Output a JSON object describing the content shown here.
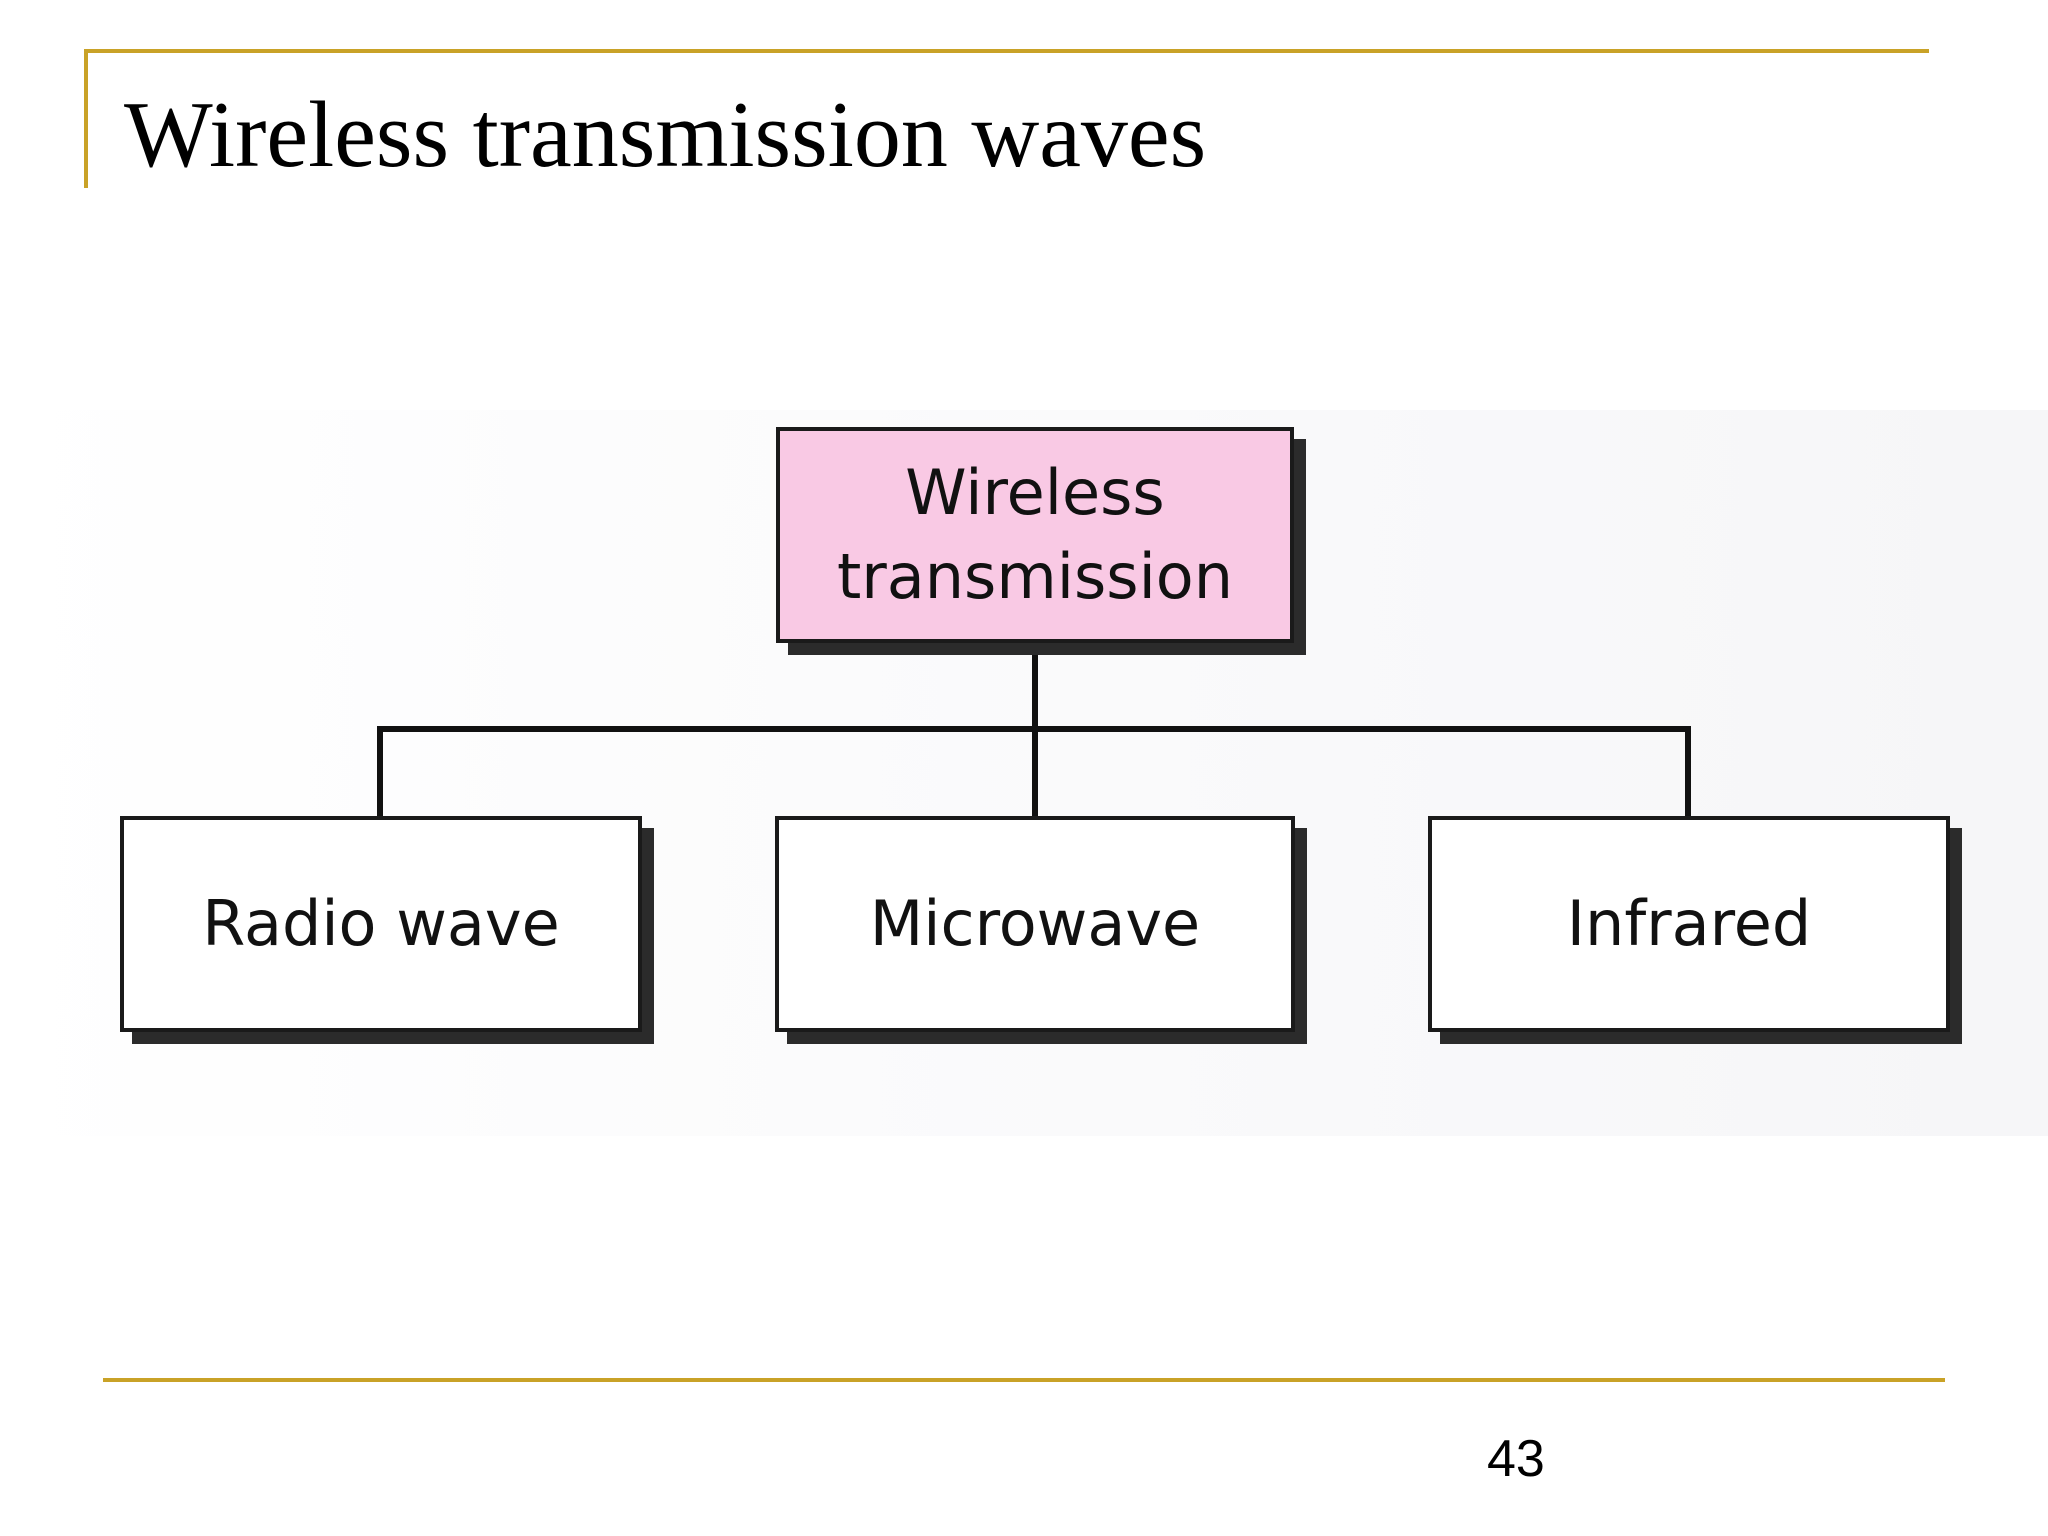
{
  "slide": {
    "title": "Wireless transmission waves",
    "page_number": "43",
    "accent_color": "#c9a227"
  },
  "diagram": {
    "root": {
      "line1": "Wireless",
      "line2": "transmission",
      "fill_color": "#f9c9e4"
    },
    "children": [
      {
        "label": "Radio wave"
      },
      {
        "label": "Microwave"
      },
      {
        "label": "Infrared"
      }
    ]
  }
}
